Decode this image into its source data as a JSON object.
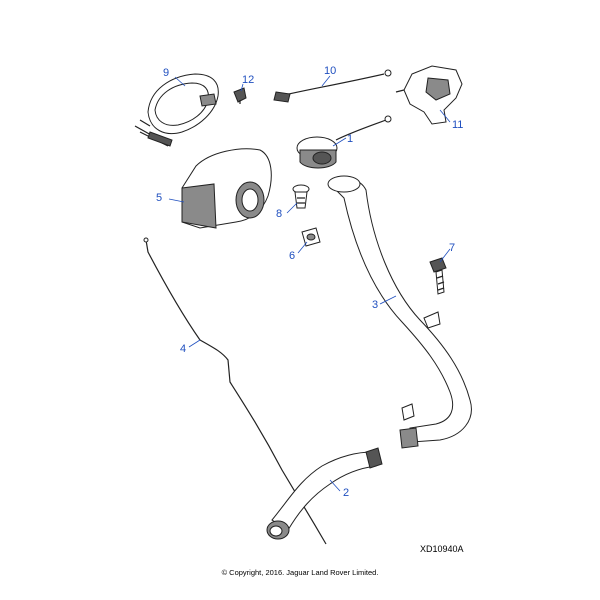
{
  "callouts": {
    "c1": "1",
    "c2": "2",
    "c3": "3",
    "c4": "4",
    "c5": "5",
    "c6": "6",
    "c7": "7",
    "c8": "8",
    "c9": "9",
    "c10": "10",
    "c11": "11",
    "c12": "12"
  },
  "reference_code": "XD10940A",
  "copyright": "© Copyright, 2016. Jaguar Land Rover Limited.",
  "colors": {
    "callout": "#1f4fbf",
    "line": "#222222",
    "shade": "#8a8a8a"
  }
}
